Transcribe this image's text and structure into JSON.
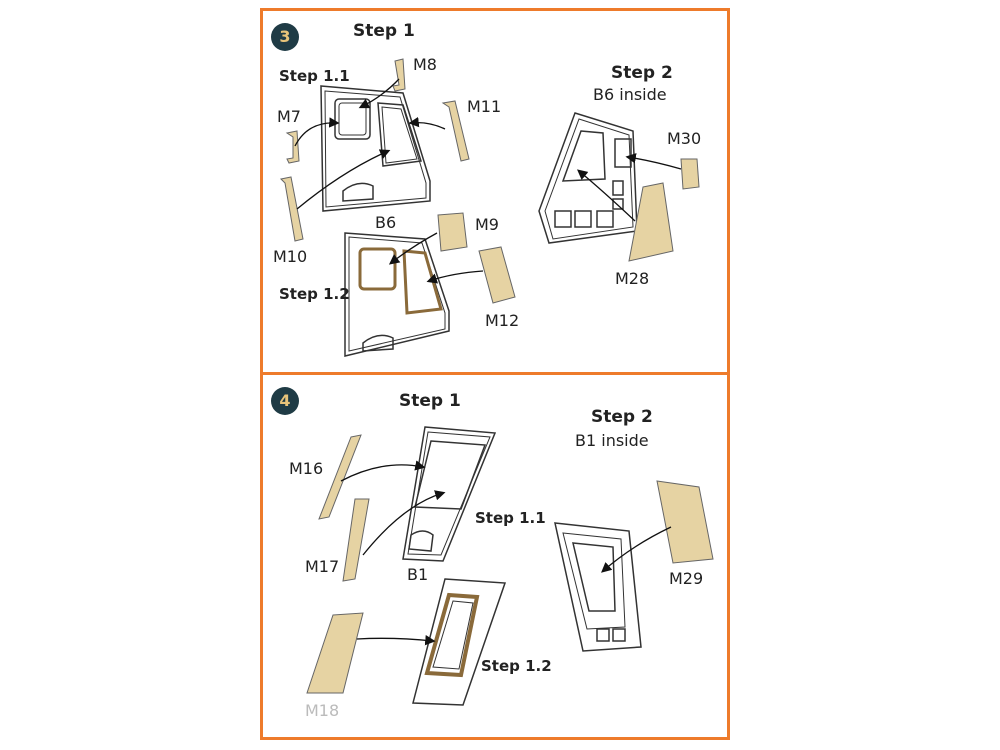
{
  "panel3": {
    "number": "3",
    "step1": "Step 1",
    "step11": "Step 1.1",
    "step12": "Step 1.2",
    "step2": "Step 2",
    "step2_sub": "B6 inside",
    "parts": {
      "m8": "M8",
      "m7": "M7",
      "m11": "M11",
      "m10": "M10",
      "b6": "B6",
      "m9": "M9",
      "m12": "M12",
      "m30": "M30",
      "m28": "M28"
    }
  },
  "panel4": {
    "number": "4",
    "step1": "Step 1",
    "step11": "Step 1.1",
    "step12": "Step 1.2",
    "step2": "Step 2",
    "step2_sub": "B1 inside",
    "parts": {
      "m16": "M16",
      "m17": "M17",
      "b1": "B1",
      "m29": "M29",
      "m18": "M18"
    }
  },
  "colors": {
    "border": "#ee7b2b",
    "mask": "#e6d3a3",
    "badge": "#1f3b45"
  }
}
